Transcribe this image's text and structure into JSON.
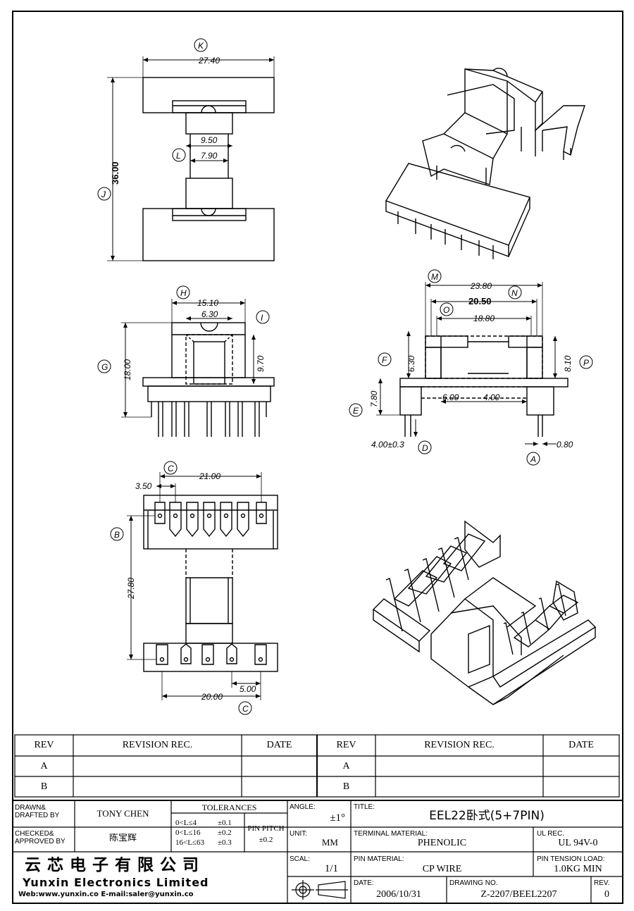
{
  "dimensions": {
    "K": "K",
    "k_val": "27.40",
    "J": "J",
    "j_val": "36.00",
    "L": "L",
    "l_outer": "9.50",
    "l_inner": "7.90",
    "H": "H",
    "h_val": "15.10",
    "h_inner": "6.30",
    "I": "I",
    "i_val": "9.70",
    "G": "G",
    "g_val": "18.00",
    "M": "M",
    "m_val": "23.80",
    "N": "N",
    "n_val": "20.50",
    "O": "O",
    "o_val": "18.80",
    "F": "F",
    "f_val": "6.30",
    "P": "P",
    "p_val": "8.10",
    "E": "E",
    "e_val": "7.80",
    "w1": "6.00",
    "w2": "4.00",
    "d_val": "4.00±0.3",
    "D": "D",
    "A": "A",
    "a_val": "0.80",
    "C": "C",
    "c_top": "21.00",
    "c_left": "3.50",
    "B": "B",
    "b_val": "27.80",
    "c_bottom": "20.00",
    "c_pitch": "5.00"
  },
  "revision_table": {
    "headers": [
      "REV",
      "REVISION REC.",
      "DATE",
      "REV",
      "REVISION REC.",
      "DATE"
    ],
    "rows": [
      [
        "A",
        "",
        "",
        "A",
        "",
        ""
      ],
      [
        "B",
        "",
        "",
        "B",
        "",
        ""
      ]
    ]
  },
  "title_block": {
    "drawn_label": "DRAWN&\nDRAFTED BY",
    "drawn_by": "TONY CHEN",
    "checked_label": "CHECKED&\nAPPROVED BY",
    "checked_by": "陈宝辉",
    "tolerances_label": "TOLERANCES",
    "tol_rows": [
      [
        "0<L≤4",
        "±0.1"
      ],
      [
        "0<L≤16",
        "±0.2"
      ],
      [
        "16<L≤63",
        "±0.3"
      ]
    ],
    "pin_pitch_label": "PIN PITCH",
    "pin_pitch_val": "±0.2",
    "angle_label": "ANGLE:",
    "angle_val": "±1°",
    "unit_label": "UNIT:",
    "unit_val": "MM",
    "scal_label": "SCAL:",
    "scal_val": "1/1",
    "title_label": "TITLE:",
    "title_val": "EEL22卧式(5+7PIN)",
    "terminal_label": "TERMINAL MATERIAL:",
    "terminal_val": "PHENOLIC",
    "ul_label": "UL REC.",
    "ul_val": "UL 94V-0",
    "pin_mat_label": "PIN MATERIAL:",
    "pin_mat_val": "CP WIRE",
    "tension_label": "PIN TENSION LOAD:",
    "tension_val": "1.0KG MIN",
    "date_label": "DATE:",
    "date_val": "2006/10/31",
    "drawing_label": "DRAWING NO.",
    "drawing_val": "Z-2207/BEEL2207",
    "rev_label": "REV.",
    "rev_val": "0",
    "company_cn": "云芯电子有限公司",
    "company_en": "Yunxin Electronics Limited",
    "company_web": "Web:www.yunxin.co  E-mail:saler@yunxin.co"
  }
}
